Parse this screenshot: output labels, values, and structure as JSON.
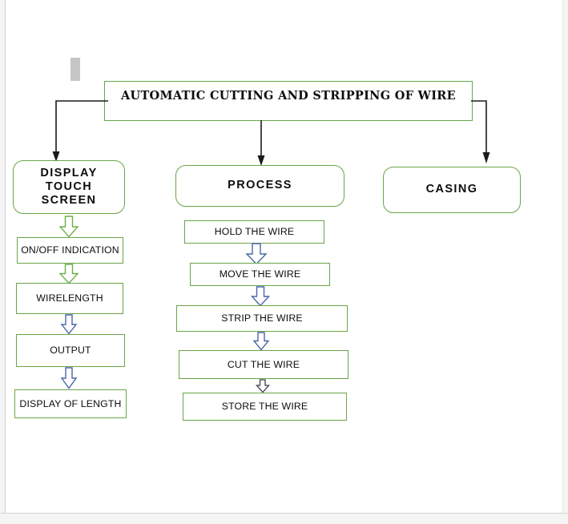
{
  "document": {
    "type": "flowchart-diagram",
    "background_color": "#ffffff",
    "page_color": "#f4f4f4"
  },
  "colors": {
    "node_border_green": "#6aa546",
    "arrow_green": "#70ad47",
    "arrow_blue": "#4a66a8",
    "connector_black": "#1a1a1a",
    "text": "#0d0d0d",
    "artifact_gray": "#c6c6c6"
  },
  "title_node": {
    "label": "AUTOMATIC CUTTING AND STRIPPING OF WIRE"
  },
  "branches": [
    {
      "id": "display",
      "header": {
        "label": "DISPLAY TOUCH SCREEN",
        "lines": [
          "DISPLAY",
          "TOUCH",
          "SCREEN"
        ]
      },
      "steps": [
        {
          "label": "ON/OFF INDICATION"
        },
        {
          "label": "WIRELENGTH"
        },
        {
          "label": "OUTPUT"
        },
        {
          "label": "DISPLAY OF LENGTH"
        }
      ],
      "arrow_colors": [
        "green",
        "green",
        "blue",
        "blue"
      ]
    },
    {
      "id": "process",
      "header": {
        "label": "PROCESS",
        "lines": [
          "PROCESS"
        ]
      },
      "steps": [
        {
          "label": "HOLD THE WIRE"
        },
        {
          "label": "MOVE THE WIRE"
        },
        {
          "label": "STRIP THE WIRE"
        },
        {
          "label": "CUT THE WIRE"
        },
        {
          "label": "STORE THE WIRE"
        }
      ],
      "arrow_colors": [
        "blue",
        "blue",
        "blue",
        "blue"
      ]
    },
    {
      "id": "casing",
      "header": {
        "label": "CASING",
        "lines": [
          "CASING"
        ]
      },
      "steps": [],
      "arrow_colors": []
    }
  ],
  "connectors": [
    {
      "name": "title-to-display",
      "style": "elbow-left",
      "color": "#1a1a1a"
    },
    {
      "name": "title-to-process",
      "style": "straight-down",
      "color": "#1a1a1a"
    },
    {
      "name": "title-to-casing",
      "style": "elbow-right",
      "color": "#1a1a1a"
    }
  ],
  "artifact": {
    "name": "gray-mark",
    "color": "#c6c6c6"
  }
}
